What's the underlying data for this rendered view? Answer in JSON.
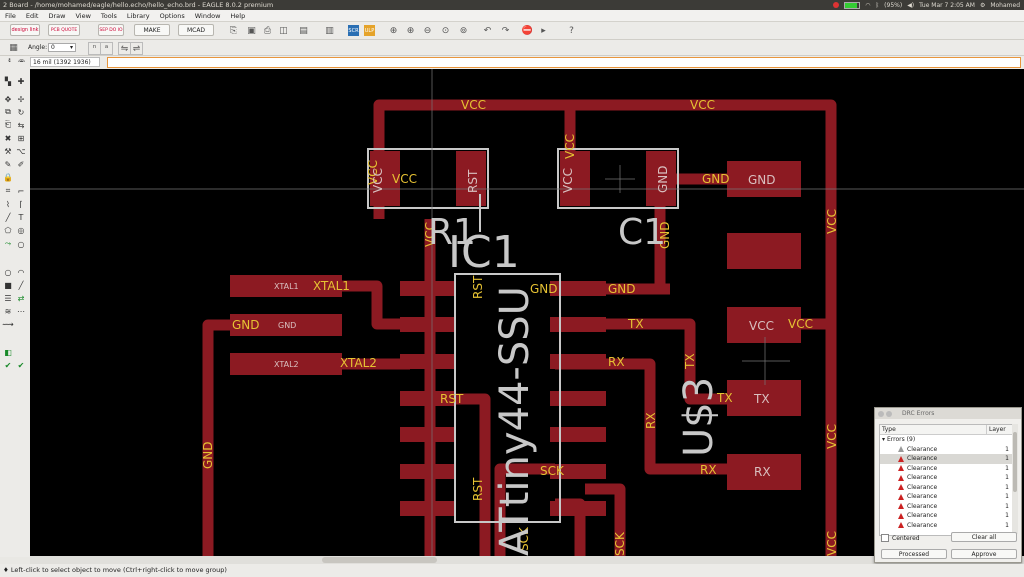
{
  "titlebar": {
    "title": "2 Board - /home/mohamed/eagle/hello.echo/hello_echo.brd - EAGLE 8.0.2 premium",
    "battery": "(95%)",
    "clock": "Tue Mar 7 2:05 AM",
    "user": "Mohamed"
  },
  "menu": [
    "File",
    "Edit",
    "Draw",
    "View",
    "Tools",
    "Library",
    "Options",
    "Window",
    "Help"
  ],
  "toolbar": {
    "btn1": "design link",
    "btn2": "PCB QUOTE",
    "btn3": "SEP DO IO",
    "make": "MAKE",
    "mcad": "MCAD"
  },
  "params": {
    "angle_label": "Angle:",
    "angle_value": "0"
  },
  "command": {
    "coord": "16 mil (1392 1936)",
    "value": ""
  },
  "status": "Left-click to select object to move (Ctrl+right-click to move group)",
  "pcb": {
    "nets": {
      "vcc": "VCC",
      "gnd": "GND",
      "rst": "RST",
      "tx": "TX",
      "rx": "RX",
      "sck": "SCK",
      "xtal1": "XTAL1",
      "xtal2": "XTAL2"
    },
    "parts": {
      "r1": "R1",
      "c1": "C1",
      "ic1": "IC1",
      "u3": "U$3",
      "ic1_value": "ATtiny44-SSU"
    },
    "pads": {
      "xtal1": "XTAL1",
      "xtal2": "XTAL2",
      "gnd": "GND",
      "vcc": "VCC",
      "tx": "TX",
      "rx": "RX"
    }
  },
  "drc": {
    "title": "DRC Errors",
    "col_type": "Type",
    "col_layer": "Layer",
    "group": "Errors (9)",
    "rows": [
      {
        "type": "Clearance",
        "layer": "1"
      },
      {
        "type": "Clearance",
        "layer": "1"
      },
      {
        "type": "Clearance",
        "layer": "1"
      },
      {
        "type": "Clearance",
        "layer": "1"
      },
      {
        "type": "Clearance",
        "layer": "1"
      },
      {
        "type": "Clearance",
        "layer": "1"
      },
      {
        "type": "Clearance",
        "layer": "1"
      },
      {
        "type": "Clearance",
        "layer": "1"
      },
      {
        "type": "Clearance",
        "layer": "1"
      }
    ],
    "centered": "Centered",
    "clear_all": "Clear all",
    "processed": "Processed",
    "approve": "Approve"
  },
  "colors": {
    "copper": "#8c1a22",
    "silk": "#c8c8c8",
    "net_text": "#e6c233",
    "canvas": "#000000"
  }
}
